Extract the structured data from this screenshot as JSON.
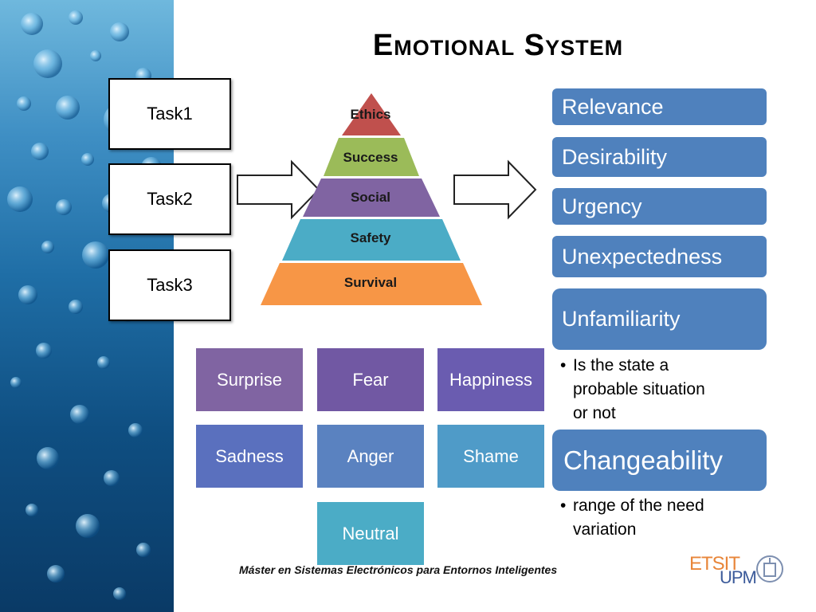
{
  "title": "Emotional System",
  "tasks": [
    "Task1",
    "Task2",
    "Task3"
  ],
  "pyramid": {
    "levels": [
      {
        "label": "Ethics",
        "color": "#c0504d"
      },
      {
        "label": "Success",
        "color": "#9bbb59"
      },
      {
        "label": "Social",
        "color": "#8064a2"
      },
      {
        "label": "Safety",
        "color": "#4bacc6"
      },
      {
        "label": "Survival",
        "color": "#f79646"
      }
    ]
  },
  "emotions": [
    {
      "label": "Surprise",
      "color": "#8064a2"
    },
    {
      "label": "Fear",
      "color": "#7158a3"
    },
    {
      "label": "Happiness",
      "color": "#6a5cb0"
    },
    {
      "label": "Sadness",
      "color": "#5a70be"
    },
    {
      "label": "Anger",
      "color": "#5a82c0"
    },
    {
      "label": "Shame",
      "color": "#4f9bc8"
    },
    {
      "label": "Neutral",
      "color": "#4bacc6"
    }
  ],
  "criteria": [
    {
      "label": "Relevance"
    },
    {
      "label": "Desirability"
    },
    {
      "label": "Urgency"
    },
    {
      "label": "Unexpectedness"
    },
    {
      "label": "Unfamiliarity"
    },
    {
      "label": "Changeability"
    }
  ],
  "bullets": {
    "unfamiliarity": [
      "Is the state a",
      "probable situation",
      "or not"
    ],
    "changeability": [
      "range of the need",
      "variation"
    ]
  },
  "bullet_glyph": "•",
  "footer": "Máster en Sistemas Electrónicos para Entornos Inteligentes",
  "logo": {
    "etsit": "ETSIT",
    "upm": "UPM"
  },
  "accent_color": "#4f81bd"
}
